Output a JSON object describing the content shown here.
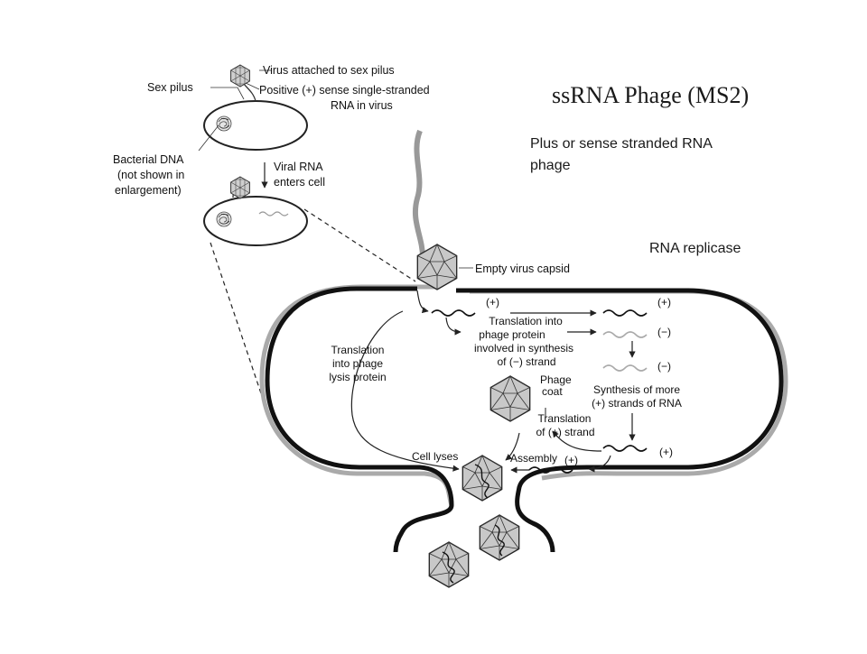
{
  "title": {
    "main": "ssRNA Phage (MS2)",
    "subtitle_line1": "Plus or sense stranded RNA",
    "subtitle_line2": "phage",
    "side_note": "RNA replicase"
  },
  "labels": {
    "virus_attached": "Virus attached to sex pilus",
    "sex_pilus": "Sex pilus",
    "positive_sense_1": "Positive (+) sense single-stranded",
    "positive_sense_2": "RNA in virus",
    "bacterial_dna_1": "Bacterial DNA",
    "bacterial_dna_2": "(not shown in",
    "bacterial_dna_3": "enlargement)",
    "viral_rna_1": "Viral RNA",
    "viral_rna_2": "enters cell",
    "empty_capsid": "Empty virus capsid",
    "translation_phage_1": "Translation into",
    "translation_phage_2": "phage protein",
    "translation_phage_3": "involved in synthesis",
    "translation_phage_4": "of (−) strand",
    "lysis_1": "Translation",
    "lysis_2": "into phage",
    "lysis_3": "lysis protein",
    "phage_coat_1": "Phage",
    "phage_coat_2": "coat",
    "synthesis_1": "Synthesis of more",
    "synthesis_2": "(+) strands of RNA",
    "translation_plus_1": "Translation",
    "translation_plus_2": "of (+) strand",
    "cell_lyses": "Cell lyses",
    "assembly": "Assembly",
    "plus_strand": "(+)",
    "minus_strand": "(−)"
  }
}
